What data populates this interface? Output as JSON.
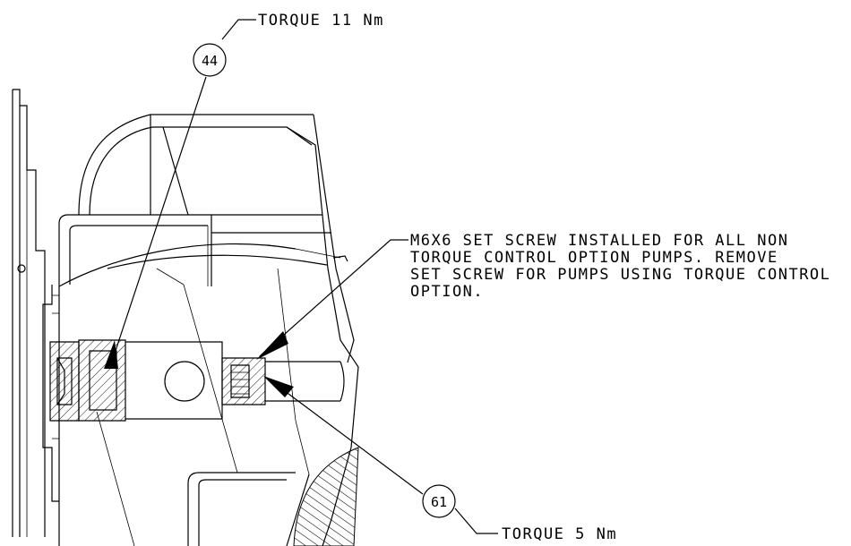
{
  "callouts": {
    "balloon_top": "44",
    "balloon_bottom": "61",
    "torque_top": "TORQUE 11 Nm",
    "torque_bottom": "TORQUE 5 Nm"
  },
  "note": {
    "line1": "M6X6 SET SCREW INSTALLED FOR ALL NON",
    "line2": "TORQUE CONTROL OPTION PUMPS.  REMOVE",
    "line3": "SET SCREW FOR PUMPS USING TORQUE CONTROL",
    "line4": "OPTION."
  }
}
